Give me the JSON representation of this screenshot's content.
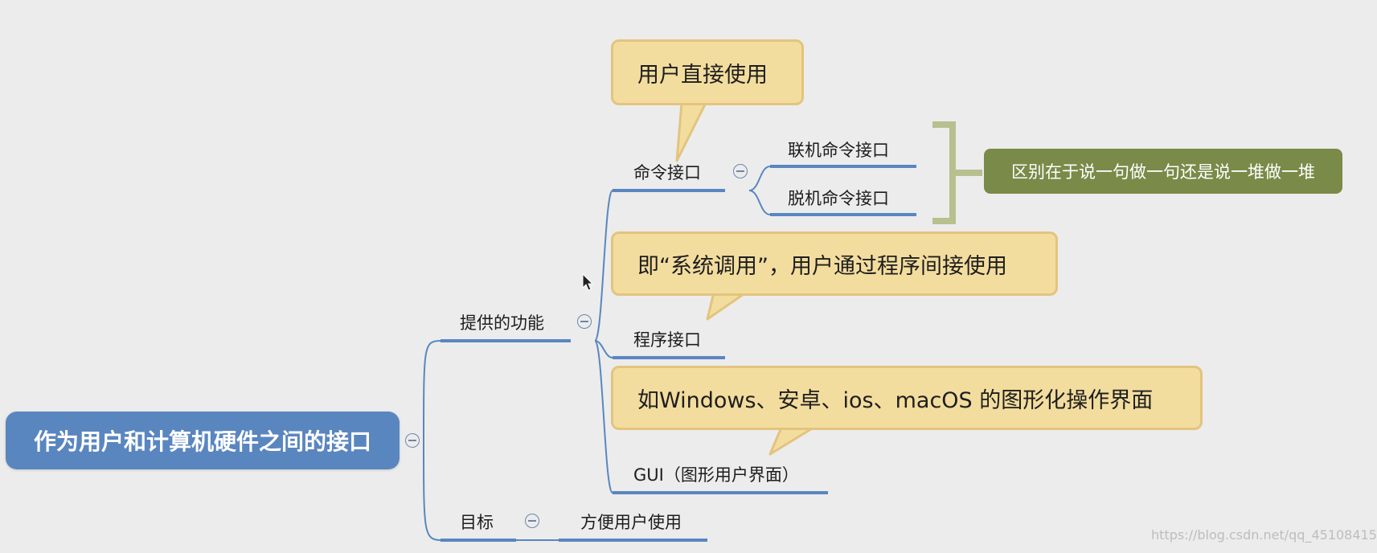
{
  "root": {
    "label": "作为用户和计算机硬件之间的接口"
  },
  "branches": {
    "functions": {
      "label": "提供的功能",
      "command": {
        "label": "命令接口",
        "callout": "用户直接使用",
        "children": [
          "联机命令接口",
          "脱机命令接口"
        ],
        "note": "区别在于说一句做一句还是说一堆做一堆"
      },
      "program": {
        "label": "程序接口",
        "callout": "即“系统调用”，用户通过程序间接使用"
      },
      "gui": {
        "label": "GUI（图形用户界面）",
        "callout": "如Windows、安卓、ios、macOS 的图形化操作界面"
      }
    },
    "goal": {
      "label": "目标",
      "child": "方便用户使用"
    }
  },
  "watermark": "https://blog.csdn.net/qq_45108415",
  "colors": {
    "background": "#ececec",
    "root": "#5a86c0",
    "connector": "#5a86c0",
    "callout_fill": "#f3dd9e",
    "callout_border": "#e3c47e",
    "note_fill": "#7a8a48",
    "bracket": "#b7c08e"
  }
}
